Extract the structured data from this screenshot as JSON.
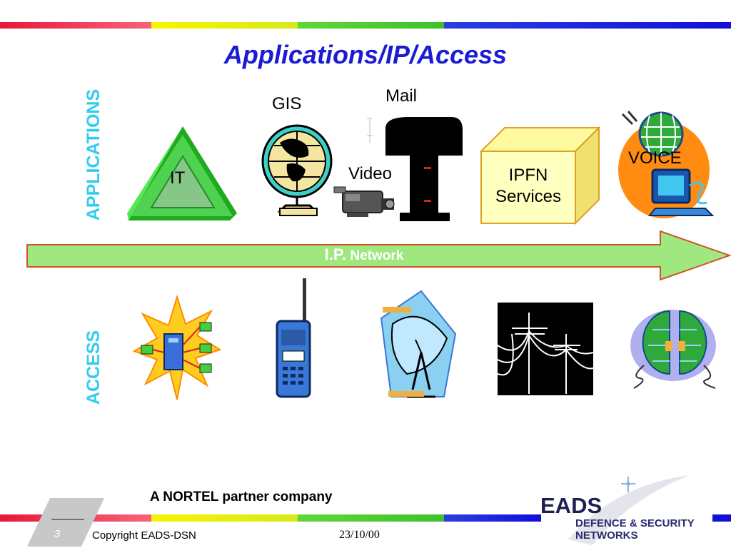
{
  "title": "Applications/IP/Access",
  "side_labels": {
    "applications": "APPLICATIONS",
    "access": "ACCESS"
  },
  "applications": {
    "it": "IT",
    "gis": "GIS",
    "mail": "Mail",
    "video": "Video",
    "ipfn_line1": "IPFN",
    "ipfn_line2": "Services",
    "voice": "VOICE"
  },
  "network": {
    "prefix": "I.P.",
    "suffix": "Network"
  },
  "access_icons": [
    "lan-server-icon",
    "handheld-radio-icon",
    "satellite-dish-icon",
    "power-lines-icon",
    "split-globe-icon"
  ],
  "footer": {
    "partner": "A NORTEL partner company",
    "copyright": "Copyright EADS-DSN",
    "date": "23/10/00",
    "page_number": "3"
  },
  "logo": {
    "brand": "EADS",
    "line1": "DEFENCE & SECURITY",
    "line2": "NETWORKS"
  },
  "colors": {
    "title": "#1b1bd6",
    "side_label": "#33ccee",
    "arrow_fill": "#9ee87f",
    "arrow_border": "#d4502a"
  }
}
